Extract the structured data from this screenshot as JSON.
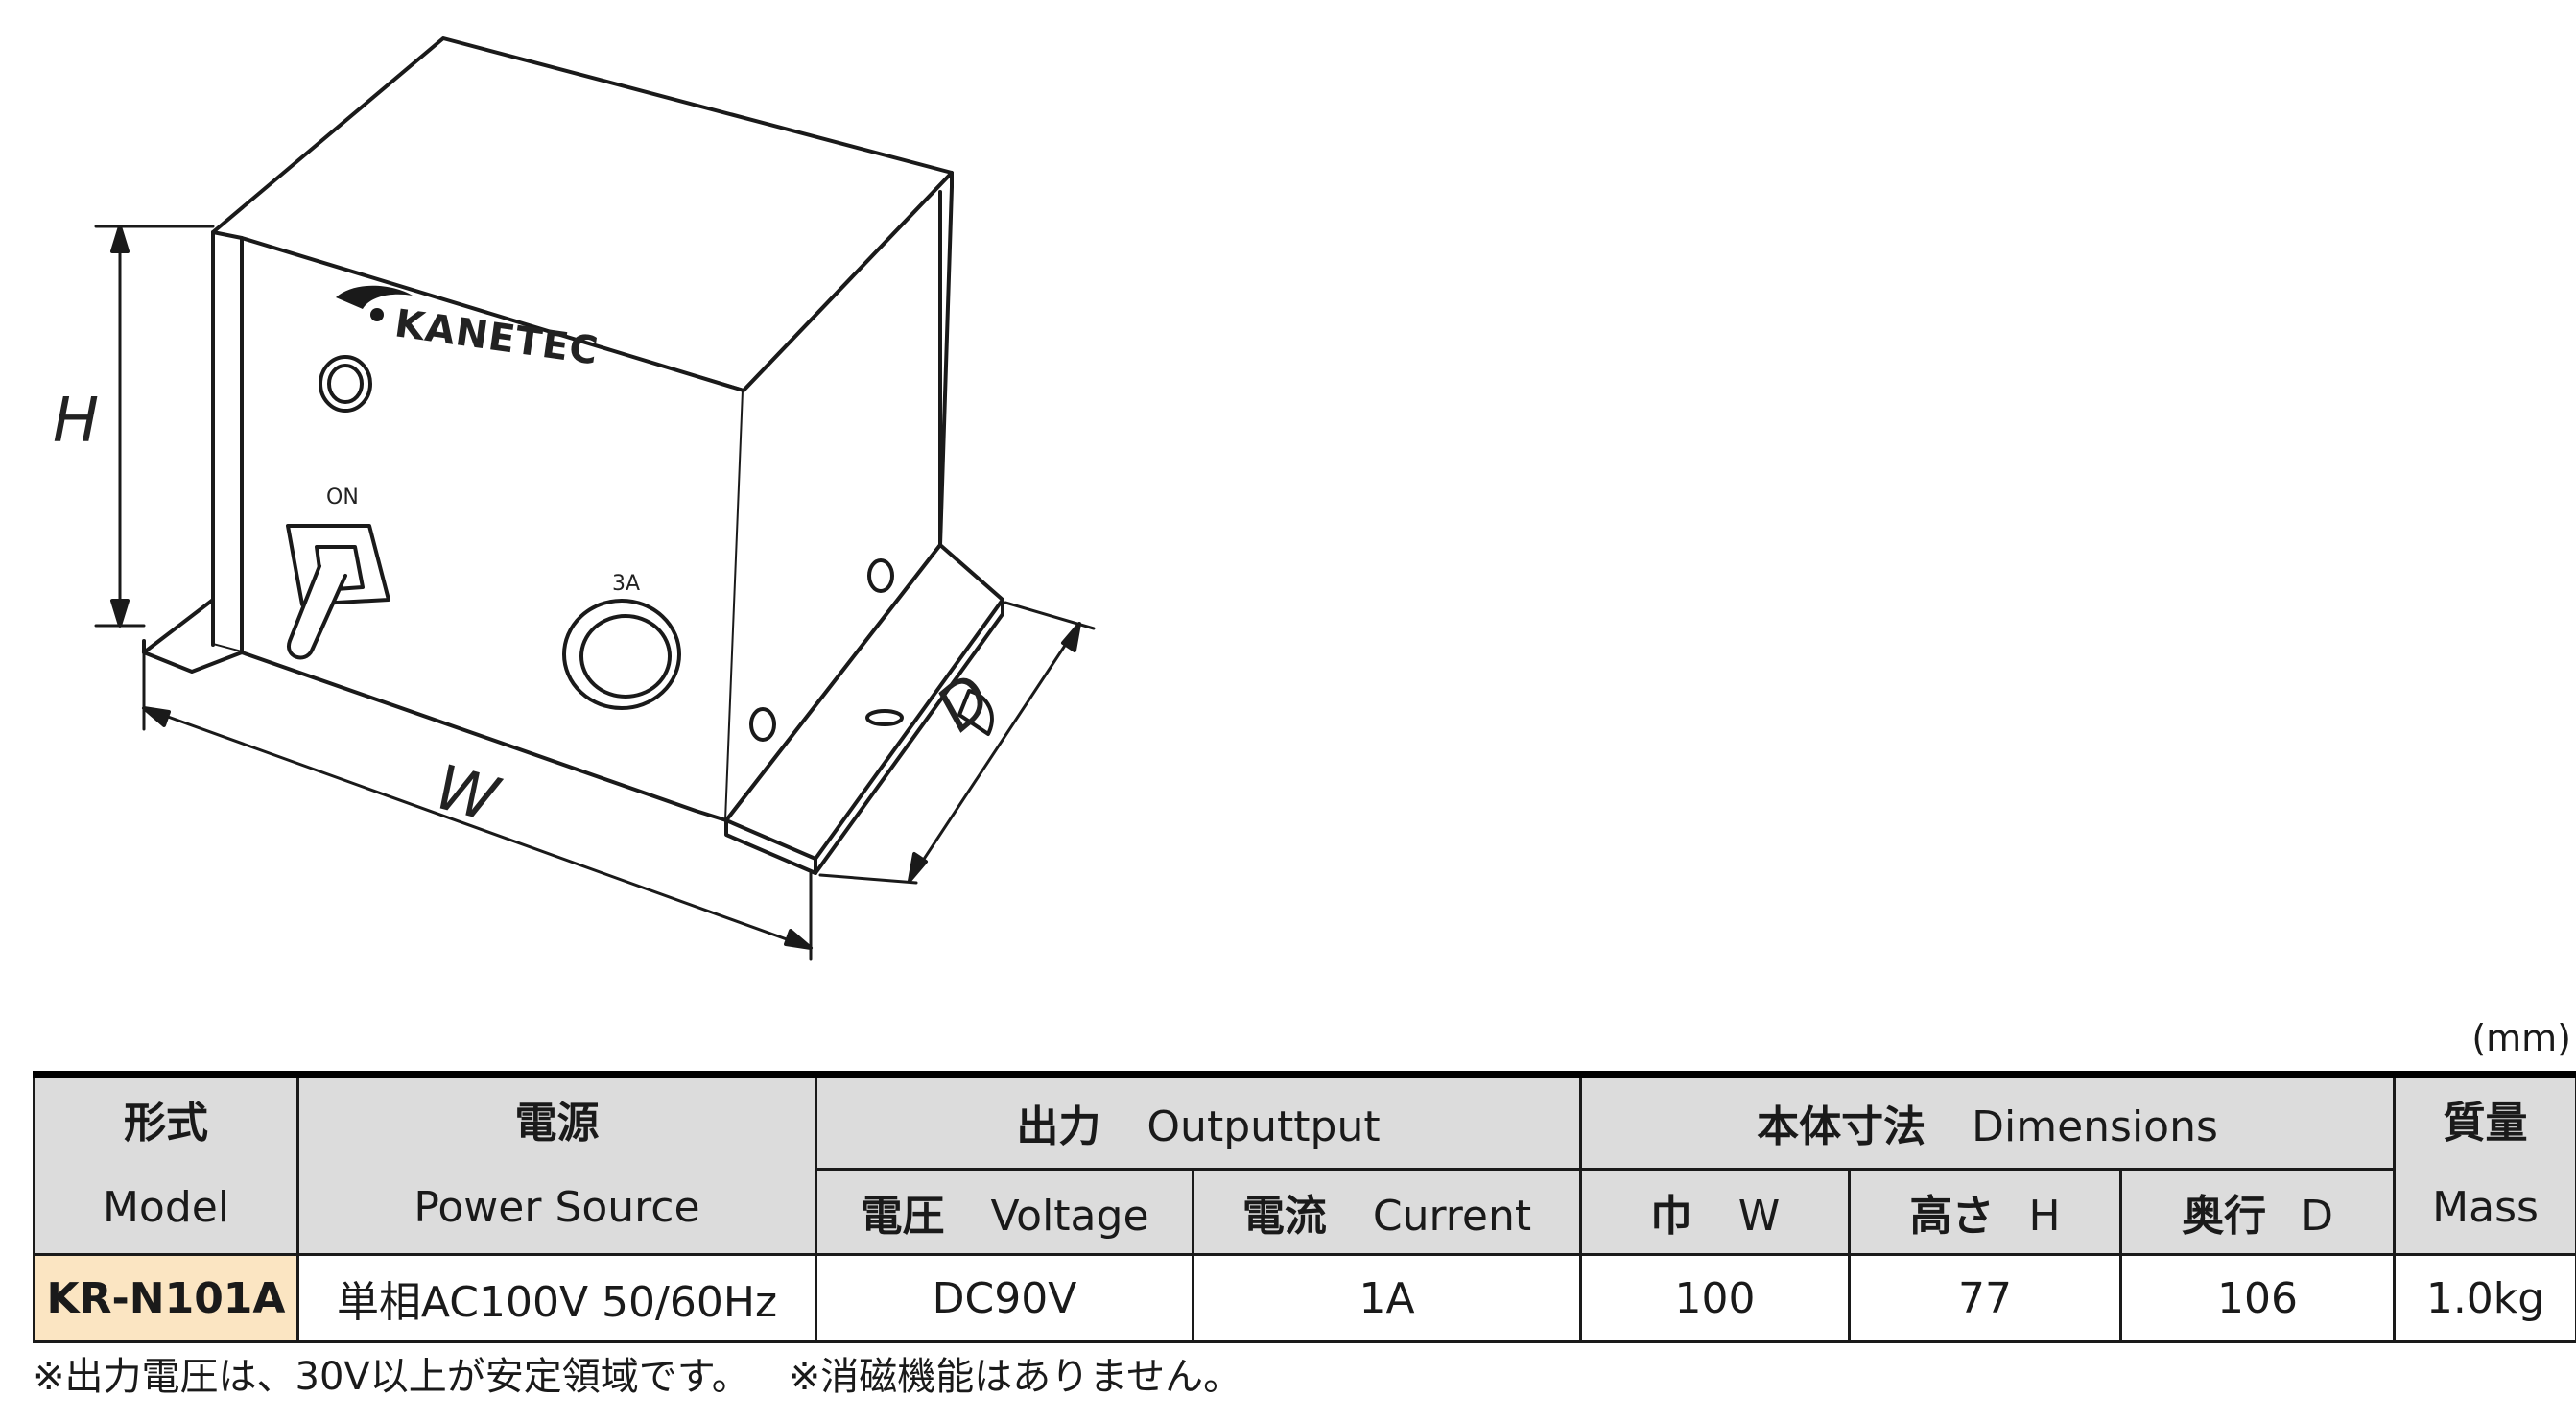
{
  "illustration": {
    "brand": "KANETEC",
    "switch_label": "ON",
    "fuse_label": "3A",
    "dim_height": "H",
    "dim_width": "W",
    "dim_depth": "D"
  },
  "unit_note": "(mm)",
  "table": {
    "headers": {
      "model_jp": "形式",
      "model_en": "Model",
      "power_jp": "電源",
      "power_en": "Power Source",
      "output_jp": "出力",
      "output_en": "Outputtput",
      "voltage_jp": "電圧",
      "voltage_en": "Voltage",
      "current_jp": "電流",
      "current_en": "Current",
      "dimensions_jp": "本体寸法",
      "dimensions_en": "Dimensions",
      "width_jp": "巾",
      "width_en": "W",
      "height_jp": "高さ",
      "height_en": "H",
      "depth_jp": "奥行",
      "depth_en": "D",
      "mass_jp": "質量",
      "mass_en": "Mass"
    },
    "row": {
      "model": "KR-N101A",
      "power": "単相AC100V 50/60Hz",
      "voltage": "DC90V",
      "current": "1A",
      "width": "100",
      "height": "77",
      "depth": "106",
      "mass": "1.0kg"
    }
  },
  "footnotes": [
    "※出力電圧は、30V以上が安定領域です。",
    "※消磁機能はありません。"
  ]
}
